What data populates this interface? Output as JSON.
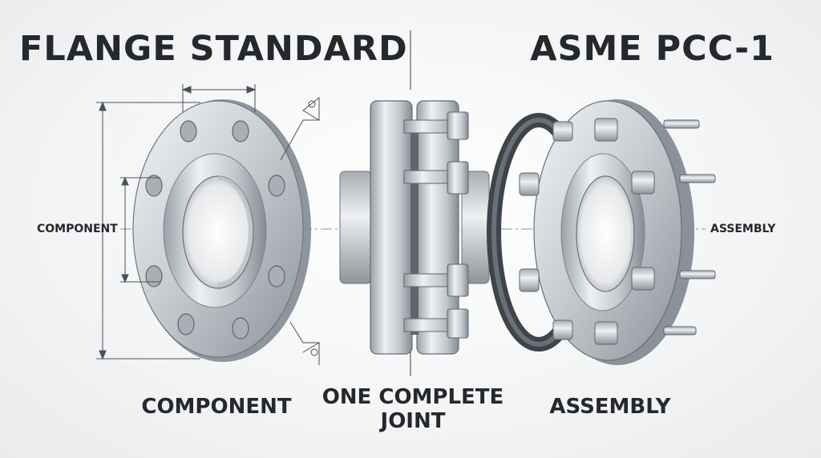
{
  "titles": {
    "left": "FLANGE STANDARD",
    "right": "ASME PCC-1"
  },
  "labels": {
    "component_small": "COMPONENT",
    "assembly_small": "ASSEMBLY",
    "component": "COMPONENT",
    "joint_line1": "ONE COMPLETE",
    "joint_line2": "JOINT",
    "assembly": "ASSEMBLY"
  },
  "colors": {
    "ink": "#25282c",
    "steel_light": "#e4e7ea",
    "steel_mid": "#b9bec4",
    "steel_dark": "#7f868e",
    "gasket": "#4a4f56"
  },
  "icons": [
    "flange-icon",
    "flange-pair-icon",
    "gasket-ring-icon",
    "weld-symbol-icon"
  ]
}
